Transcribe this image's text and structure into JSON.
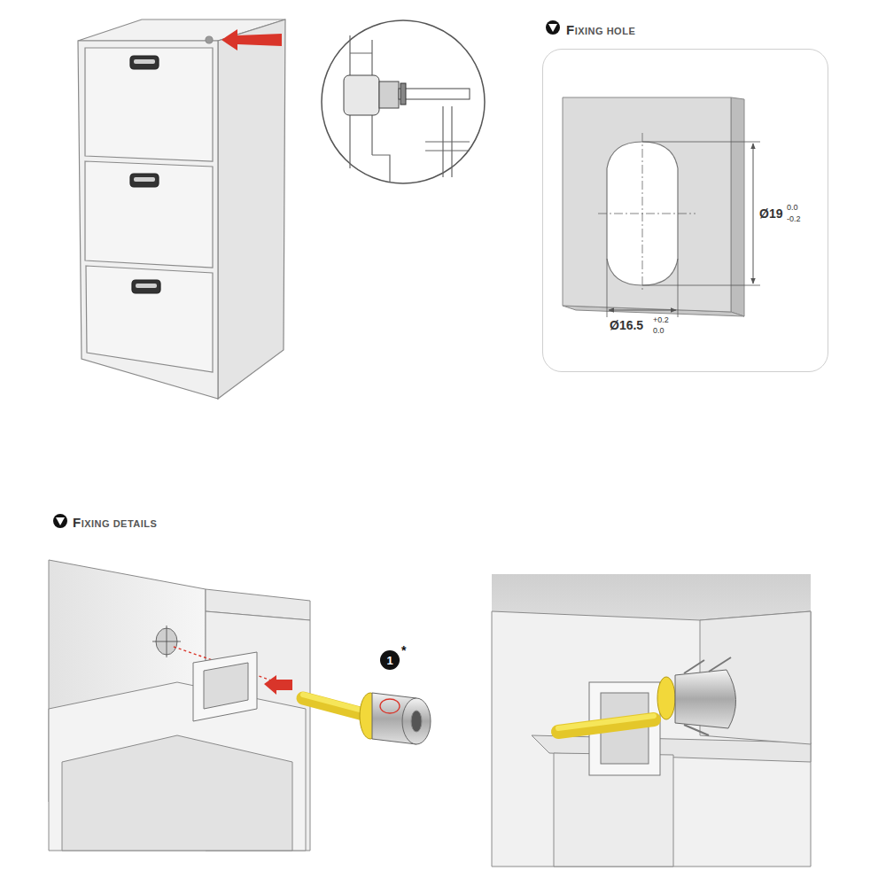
{
  "diagram": {
    "nodes": [
      {
        "text": [
          "FIXING HOLE"
        ]
      }
    ],
    "labels": [
      "Ø19",
      "0.0",
      "-0.2",
      "Ø16.5",
      "+0.2",
      "0.0",
      "FIXING DETAILS",
      "1",
      "*"
    ]
  }
}
